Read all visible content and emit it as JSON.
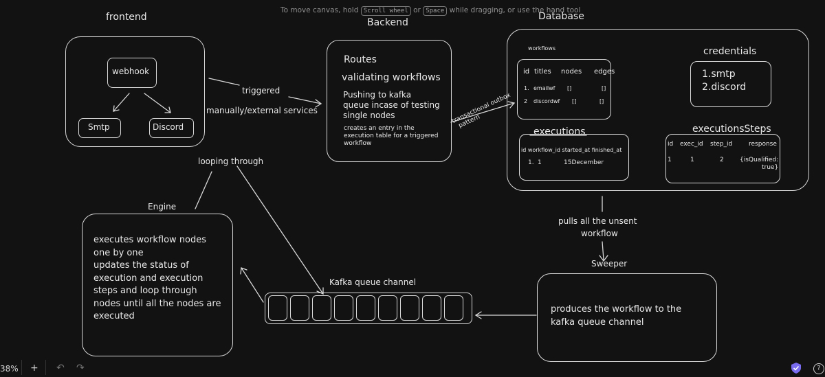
{
  "hint": {
    "pre": "To move canvas, hold",
    "key1": "Scroll wheel",
    "or": "or",
    "key2": "Space",
    "post": "while dragging, or use the hand tool"
  },
  "labels": {
    "frontend": "frontend",
    "backend": "Backend",
    "database": "Database",
    "engine": "Engine",
    "sweeper": "Sweeper",
    "kafka": "Kafka queue channel"
  },
  "frontend": {
    "webhook": "webhook",
    "smtp": "Smtp",
    "discord": "Discord"
  },
  "edges": {
    "triggered": "triggered",
    "manually": "manually/external services",
    "looping": "looping through",
    "outbox1": "transactional outbox",
    "outbox2": "pattern",
    "pulls1": "pulls all the unsent",
    "pulls2": "workflow"
  },
  "backend": {
    "routes": "Routes",
    "validating": "validating workflows",
    "push1": "Pushing to kafka",
    "push2": "queue incase of testing",
    "push3": "single nodes",
    "entry1": "creates an entry in the",
    "entry2": "execution table for a triggered",
    "entry3": "workflow"
  },
  "workflows": {
    "label": "workflows",
    "headers": [
      "id",
      "titles",
      "nodes",
      "edges"
    ],
    "rows": [
      {
        "id": "1.",
        "title": "emailwf",
        "nodes": "[]",
        "edges": "[]"
      },
      {
        "id": "2",
        "title": "discordwf",
        "nodes": "[]",
        "edges": "[]"
      }
    ]
  },
  "credentials": {
    "label": "credentials",
    "item1": "1.smtp",
    "item2": "2.discord"
  },
  "executions": {
    "label": "executions",
    "header": "id workflow_id started_at finished_at",
    "row_id": "1.",
    "row_wf": "1",
    "row_started": "15December"
  },
  "executionsSteps": {
    "label": "executionsSteps",
    "headers": [
      "id",
      "exec_id",
      "step_id",
      "response"
    ],
    "row": {
      "id": "1",
      "exec_id": "1",
      "step_id": "2",
      "response1": "{isQualified:",
      "response2": "true}"
    }
  },
  "engine": {
    "l1": "executes workflow nodes",
    "l2": "one by one",
    "l3": "updates the status of",
    "l4": "execution and execution",
    "l5": "steps and loop through",
    "l6": "nodes until all the nodes are",
    "l7": "executed"
  },
  "sweeper": {
    "l1": "produces the workflow to the",
    "l2": "kafka queue channel"
  },
  "toolbar": {
    "zoom": "38%",
    "plus": "+",
    "undo": "↶",
    "redo": "↷",
    "help": "?"
  },
  "colors": {
    "background": "#121212",
    "stroke": "#d9d9d9",
    "shield": "#7a6cf0"
  }
}
